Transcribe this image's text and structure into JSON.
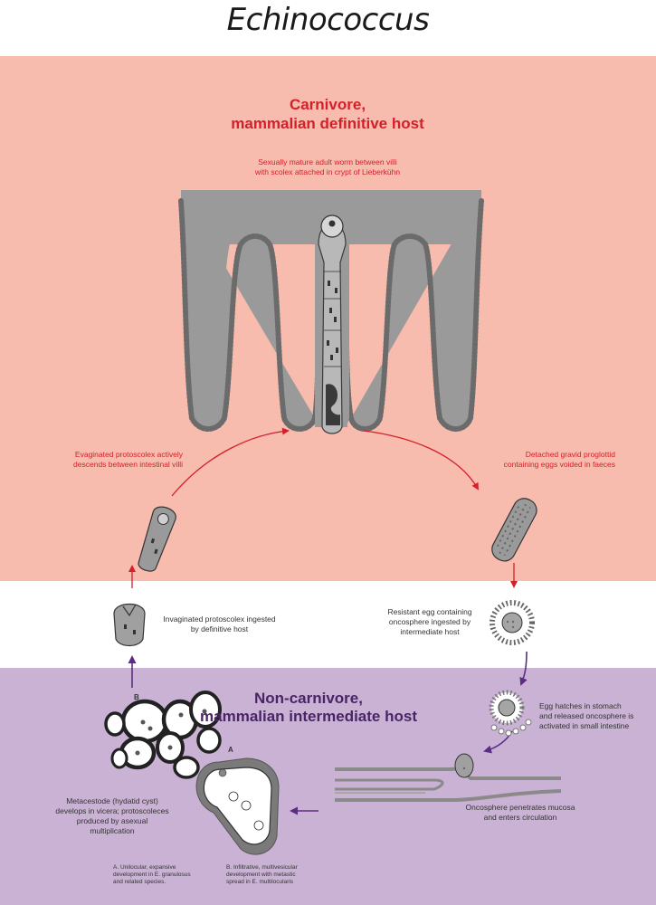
{
  "title": "Echinococcus",
  "definitive_host": {
    "line1": "Carnivore,",
    "line2": "mammalian definitive host"
  },
  "intermediate_host": {
    "line1": "Non-carnivore,",
    "line2": "mammalian intermediate host"
  },
  "stages": {
    "adult": {
      "line1": "Sexually mature adult worm between villi",
      "line2": "with scolex attached in crypt of Lieberkühn"
    },
    "evaginated": {
      "line1": "Evaginated protoscolex actively",
      "line2": "descends between intestinal villi"
    },
    "detached": {
      "line1": "Detached gravid proglottid",
      "line2": "containing eggs voided in faeces"
    },
    "invaginated": {
      "line1": "Invaginated protoscolex ingested",
      "line2": "by definitive host"
    },
    "resistant": {
      "line1": "Resistant egg containing",
      "line2": "oncosphere ingested by",
      "line3": "intermediate host"
    },
    "hatch": {
      "line1": "Egg hatches in stomach",
      "line2": "and released oncosphere is",
      "line3": "activated in small intestine"
    },
    "penetrate": {
      "line1": "Oncosphere penetrates mucosa",
      "line2": "and enters circulation"
    },
    "metacestode": {
      "line1": "Metacestode (hydatid cyst)",
      "line2": "develops in vicera; protoscoleces",
      "line3": "produced by asexual",
      "line4": "multiplication"
    }
  },
  "notes": {
    "a": {
      "line1": "A. Unilocular, expansive",
      "line2": "development in E. granulosus",
      "line3": "and related species."
    },
    "b": {
      "line1": "B. Infiltrative, multivesicular",
      "line2": "development with metastic",
      "line3": "spread in E. multilocularis"
    }
  },
  "letters": {
    "a": "A",
    "b": "B"
  },
  "colors": {
    "definitive_band": "#f7bcae",
    "intermediate_band": "#c9b2d4",
    "red_text": "#d4202a",
    "purple_text": "#4a2566",
    "arrow_purple": "#5a2d82"
  }
}
